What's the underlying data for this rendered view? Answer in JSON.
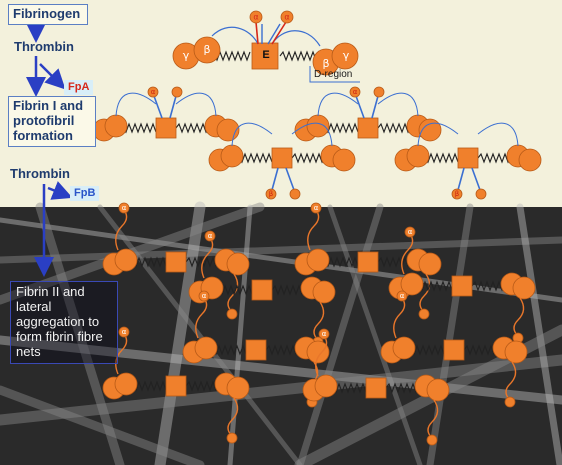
{
  "labels": {
    "fibrinogen": "Fibrinogen",
    "thrombin_1": "Thrombin",
    "fpa": "FpA",
    "fibrin_i": "Fibrin I and protofibril formation",
    "thrombin_2": "Thrombin",
    "fpb": "FpB",
    "fibrin_ii": "Fibrin II and lateral aggregation to form fibrin  fibre nets",
    "e_domain": "E",
    "d_region": "D-region",
    "alpha": "α",
    "beta": "β",
    "gamma": "γ"
  },
  "colors": {
    "panel_top": "#f3f1dc",
    "globule": "#f0802c",
    "globule_edge": "#b85a17",
    "arrow": "#2a3fc4",
    "chain": "#3b6fd1",
    "fpa_chain": "#d6281a",
    "tether": "#e8762a",
    "box_border": "#5b7fc4"
  }
}
